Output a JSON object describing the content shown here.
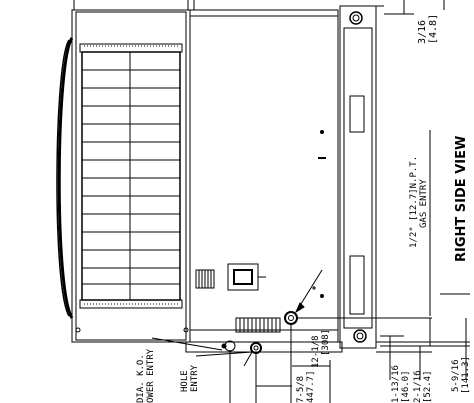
{
  "view_title": "RIGHT SIDE VIEW",
  "callouts": {
    "gas_entry_line1": "1/2\" [12.7]N.P.T.",
    "gas_entry_line2": "GAS ENTRY",
    "power_entry_line1": "DIA. K.O.",
    "power_entry_line2": "OWER ENTRY",
    "hole_entry_line1": "HOLE",
    "hole_entry_line2": "ENTRY"
  },
  "dimensions": {
    "top_right_frac": "3/16",
    "top_right_mm": "[4.8]",
    "d1_frac": "1-13/16",
    "d1_mm": "[46.0]",
    "d2_frac": "2-1/16",
    "d2_mm": "[52.4]",
    "d3_frac": "5-9/16",
    "d3_mm": "[141.3]",
    "d4_frac": "12-1/8",
    "d4_mm": "[308]",
    "d5_frac": "7-5/8",
    "d5_mm": "447.7]"
  },
  "colors": {
    "line": "#000000",
    "background": "#ffffff"
  }
}
